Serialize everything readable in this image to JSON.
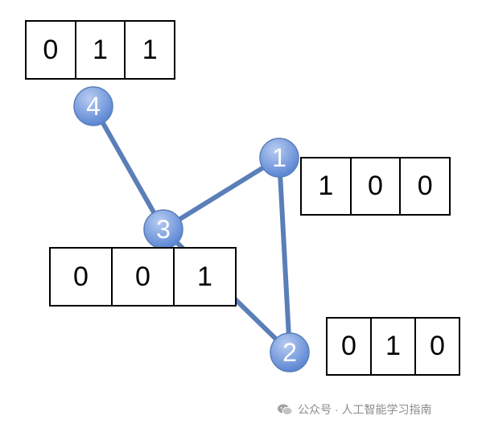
{
  "diagram": {
    "nodes": [
      {
        "id": "1",
        "label": "1",
        "vector": [
          "1",
          "0",
          "0"
        ]
      },
      {
        "id": "2",
        "label": "2",
        "vector": [
          "0",
          "1",
          "0"
        ]
      },
      {
        "id": "3",
        "label": "3",
        "vector": [
          "0",
          "0",
          "1"
        ]
      },
      {
        "id": "4",
        "label": "4",
        "vector": [
          "0",
          "1",
          "1"
        ]
      }
    ],
    "edges": [
      {
        "from": "4",
        "to": "3"
      },
      {
        "from": "3",
        "to": "1"
      },
      {
        "from": "3",
        "to": "2"
      },
      {
        "from": "1",
        "to": "2"
      }
    ]
  },
  "colors": {
    "edge": "#5a7fb8",
    "node_fill_light": "#b8ccf2",
    "node_fill_dark": "#5b86d3",
    "node_stroke": "#5a7fb8",
    "node_text": "#ffffff"
  },
  "watermark": {
    "icon": "wechat-icon",
    "text": "公众号 · 人工智能学习指南"
  }
}
